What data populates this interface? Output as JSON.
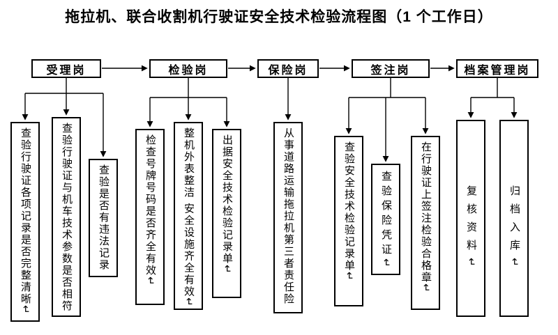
{
  "title": "拖拉机、联合收割机行驶证安全技术检验流程图（1 个工作日）",
  "stages": [
    {
      "label": "受理岗",
      "tasks": [
        "查验行驶证各项记录是否完整清晰↵",
        "查验行驶证与机车技术参数是否相符↵",
        "查验是否有违法记录↵"
      ]
    },
    {
      "label": "检验岗",
      "tasks": [
        "检查号牌号码是否齐全有效↵",
        "整机外表整洁 安全设施齐全有效↵",
        "出据安全技术检验记录单↵"
      ]
    },
    {
      "label": "保险岗",
      "tasks": [
        "从事道路运输拖拉机第三者责任险↵"
      ]
    },
    {
      "label": "签注岗",
      "tasks": [
        "查验安全技术检验记录单↵",
        "查验保险凭证↵",
        "在行驶证上签注检验合格章↵"
      ]
    },
    {
      "label": "档案管理岗",
      "tasks": [
        "复核资料↵",
        "归档入库↵"
      ]
    }
  ]
}
